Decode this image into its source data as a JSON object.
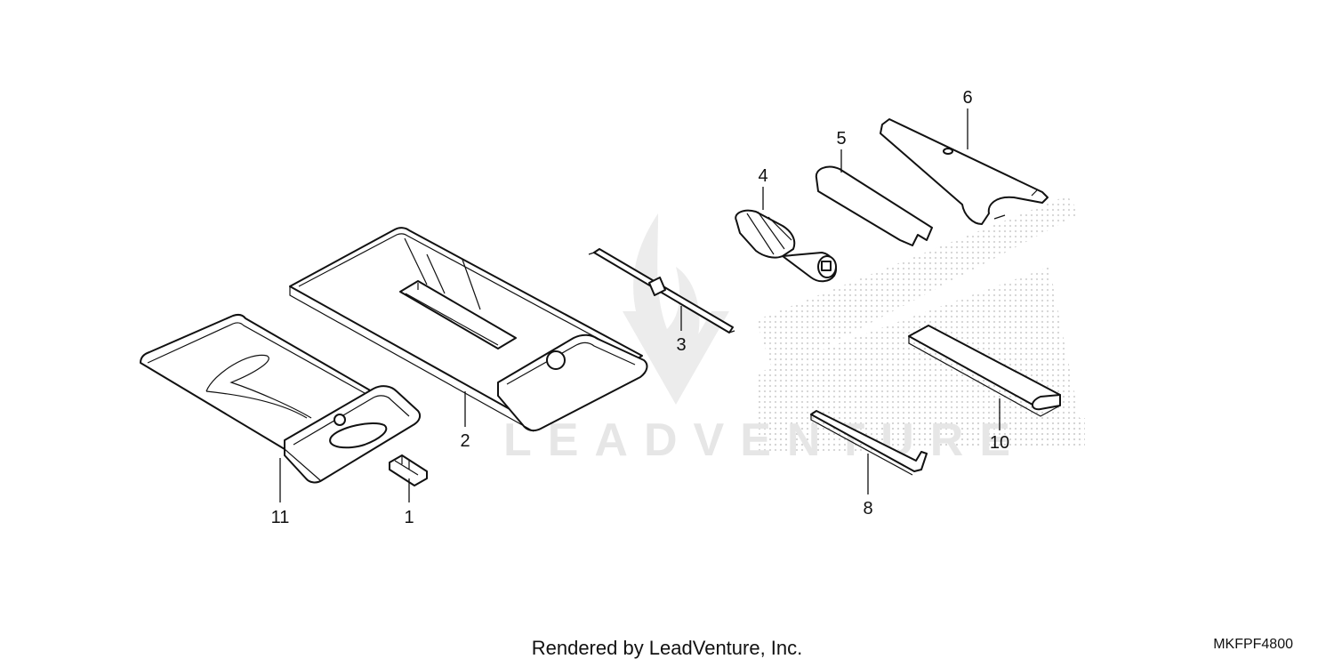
{
  "diagram": {
    "watermark": "LEADVENTURE",
    "colors": {
      "line": "#111111",
      "background": "#ffffff",
      "watermark": "#e6e6e6",
      "dots": "#cfcfcf"
    },
    "callouts": [
      {
        "id": "c1",
        "label": "1"
      },
      {
        "id": "c2",
        "label": "2"
      },
      {
        "id": "c3",
        "label": "3"
      },
      {
        "id": "c4",
        "label": "4"
      },
      {
        "id": "c5",
        "label": "5"
      },
      {
        "id": "c6",
        "label": "6"
      },
      {
        "id": "c8",
        "label": "8"
      },
      {
        "id": "c10",
        "label": "10"
      },
      {
        "id": "c11",
        "label": "11"
      }
    ]
  },
  "footer": {
    "rendered_by": "Rendered by LeadVenture, Inc.",
    "diagram_code": "MKFPF4800"
  }
}
